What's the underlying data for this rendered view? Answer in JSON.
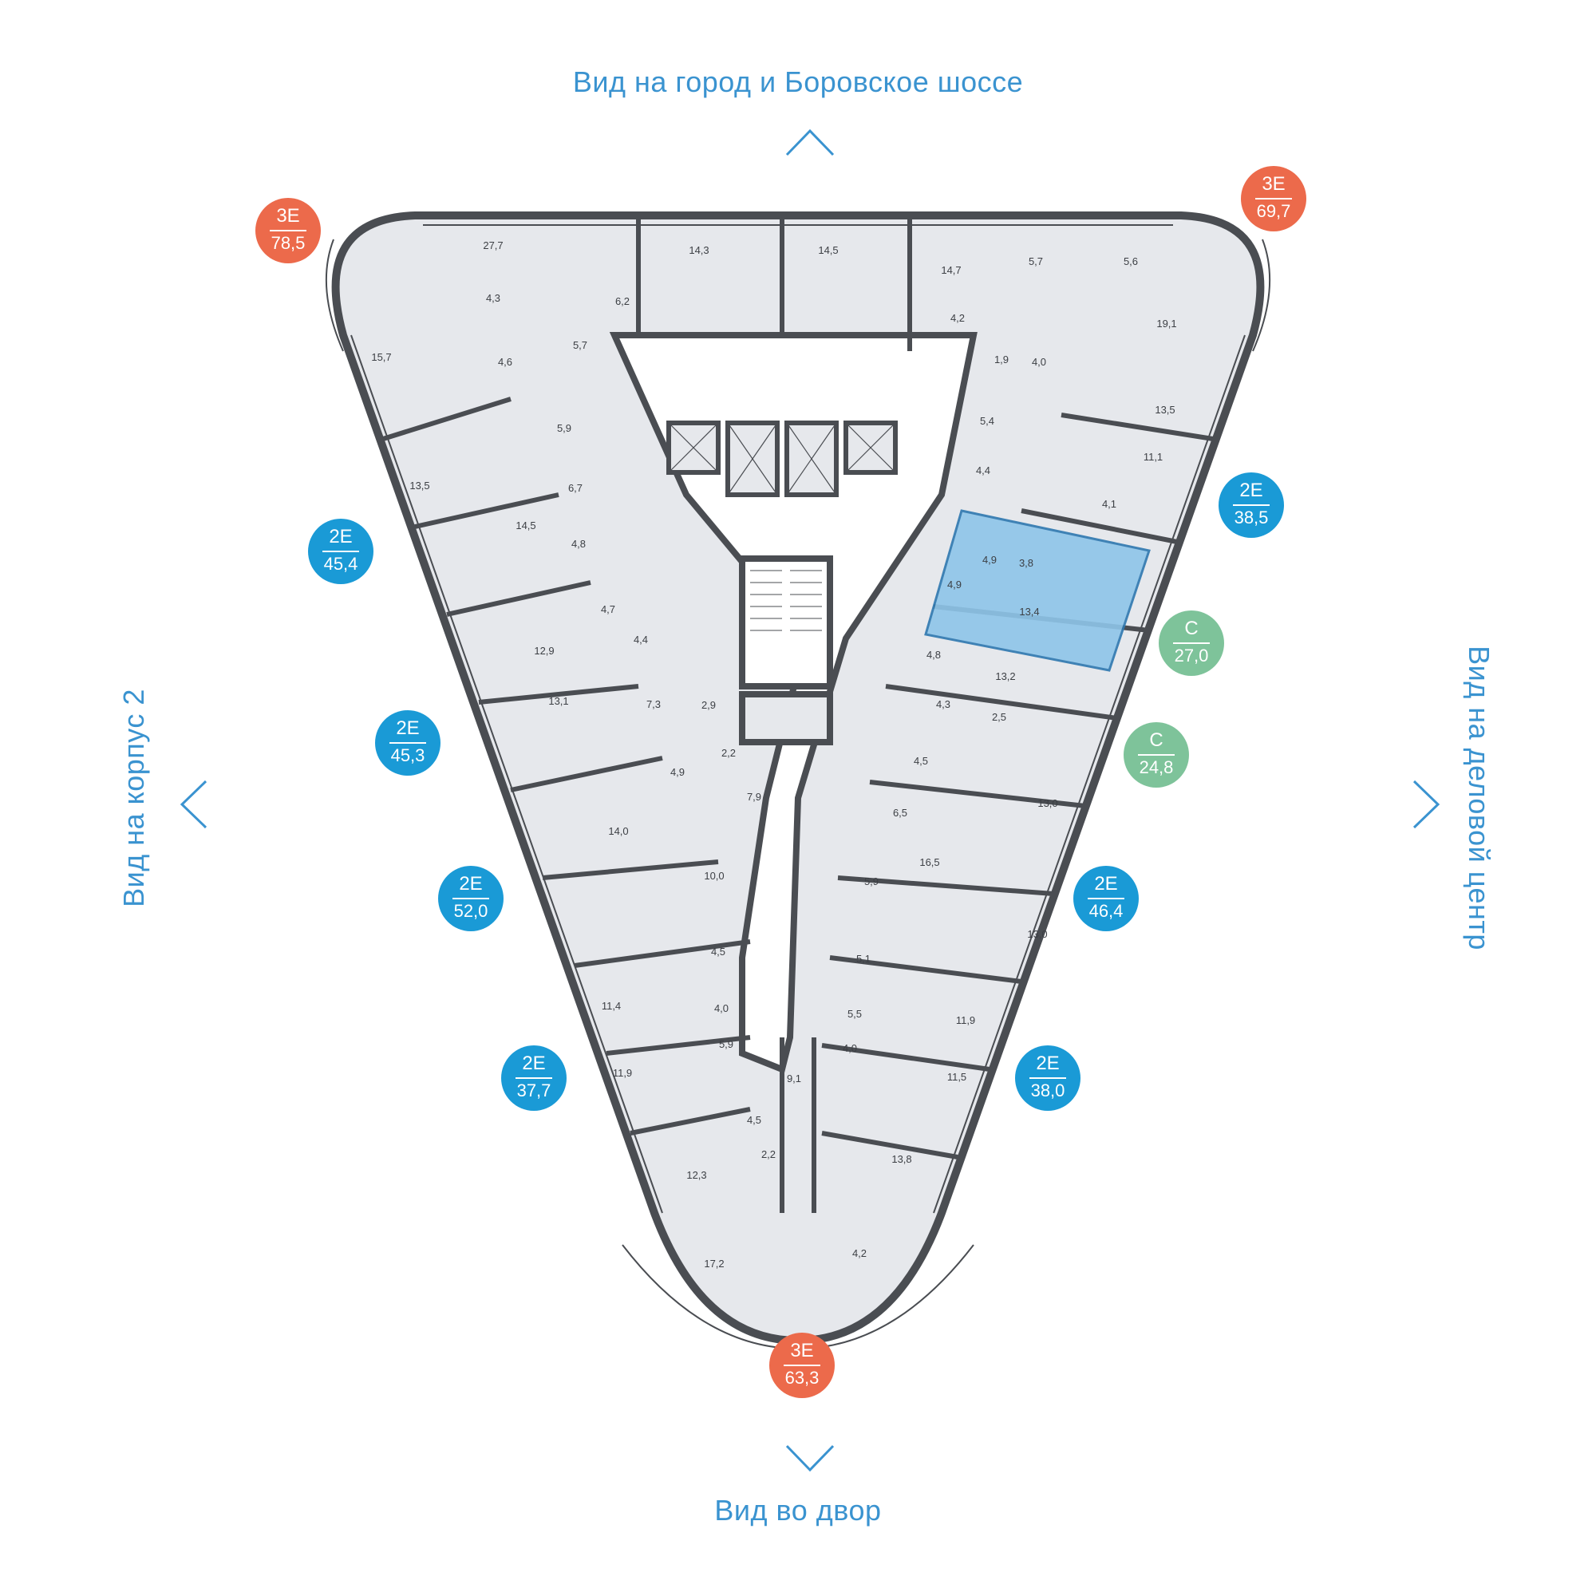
{
  "views": {
    "top": "Вид на город и Боровское шоссе",
    "bottom": "Вид во двор",
    "left": "Вид на корпус 2",
    "right": "Вид на деловой центр"
  },
  "colors": {
    "view_text": "#3a93d0",
    "badge_3e": "#ec6a4b",
    "badge_2e": "#1a9ad6",
    "badge_c": "#7ec39a",
    "floor_fill": "#e6e8ec",
    "wall": "#4a4d52",
    "selected_unit": "#8ec5e9"
  },
  "icons": {
    "top_arrow": "chevron-up-icon",
    "bottom_arrow": "chevron-down-icon",
    "left_arrow": "chevron-left-icon",
    "right_arrow": "chevron-right-icon"
  },
  "apartments": [
    {
      "type": "3Е",
      "area": "78,5",
      "color": "3e"
    },
    {
      "type": "3Е",
      "area": "69,7",
      "color": "3e"
    },
    {
      "type": "2Е",
      "area": "38,5",
      "color": "2e"
    },
    {
      "type": "С",
      "area": "27,0",
      "color": "c",
      "selected": true
    },
    {
      "type": "С",
      "area": "24,8",
      "color": "c"
    },
    {
      "type": "2Е",
      "area": "46,4",
      "color": "2e"
    },
    {
      "type": "2Е",
      "area": "38,0",
      "color": "2e"
    },
    {
      "type": "3Е",
      "area": "63,3",
      "color": "3e"
    },
    {
      "type": "2Е",
      "area": "37,7",
      "color": "2e"
    },
    {
      "type": "2Е",
      "area": "52,0",
      "color": "2e"
    },
    {
      "type": "2Е",
      "area": "45,3",
      "color": "2e"
    },
    {
      "type": "2Е",
      "area": "45,4",
      "color": "2e"
    }
  ],
  "rooms": [
    "27,7",
    "4,3",
    "6,2",
    "14,3",
    "14,5",
    "14,7",
    "5,7",
    "5,6",
    "4,2",
    "5,7",
    "15,7",
    "4,6",
    "19,1",
    "1,9",
    "4,0",
    "13,5",
    "5,9",
    "5,4",
    "11,1",
    "13,5",
    "6,7",
    "4,4",
    "4,1",
    "14,5",
    "4,8",
    "4,9",
    "3,8",
    "4,9",
    "4,7",
    "13,4",
    "12,9",
    "4,4",
    "4,8",
    "13,2",
    "13,1",
    "7,3",
    "2,9",
    "4,3",
    "2,5",
    "2,2",
    "4,5",
    "4,9",
    "7,9",
    "6,5",
    "14,0",
    "13,0",
    "10,0",
    "16,5",
    "13,0",
    "5,9",
    "4,5",
    "5,1",
    "11,4",
    "4,0",
    "11,9",
    "5,5",
    "5,9",
    "4,0",
    "11,9",
    "9,1",
    "11,5",
    "4,5",
    "2,2",
    "13,8",
    "12,3",
    "4,2",
    "17,2"
  ]
}
